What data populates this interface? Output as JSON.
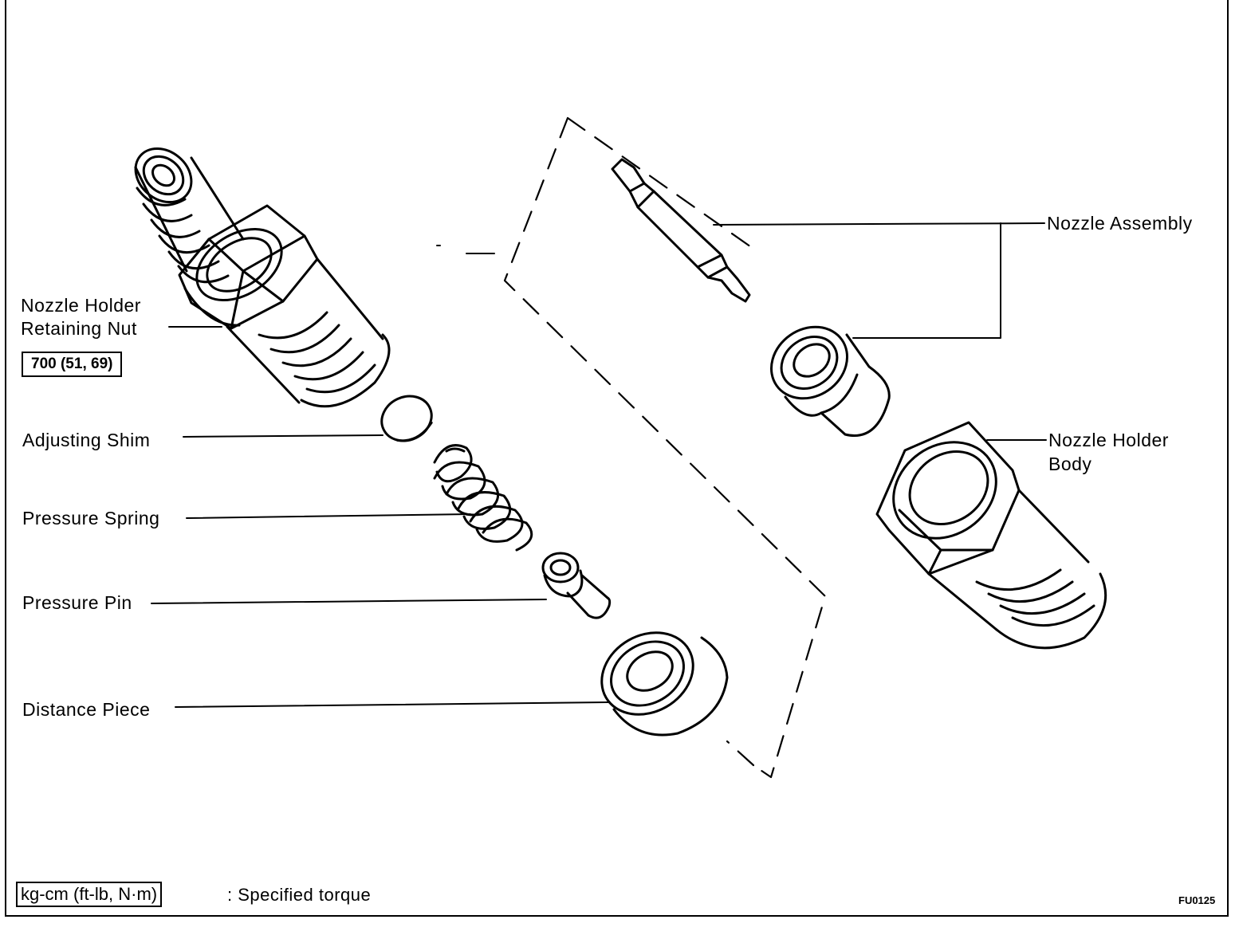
{
  "labels": {
    "nozzle_holder_retaining_nut_line1": "Nozzle Holder",
    "nozzle_holder_retaining_nut_line2": "Retaining Nut",
    "torque_value": "700 (51, 69)",
    "adjusting_shim": "Adjusting Shim",
    "pressure_spring": "Pressure Spring",
    "pressure_pin": "Pressure Pin",
    "distance_piece": "Distance Piece",
    "nozzle_assembly": "Nozzle Assembly",
    "nozzle_holder_body_line1": "Nozzle Holder",
    "nozzle_holder_body_line2": "Body"
  },
  "legend": {
    "unit_box": "kg-cm (ft-lb, N·m)",
    "description": ": Specified torque"
  },
  "figure_code": "FU0125"
}
